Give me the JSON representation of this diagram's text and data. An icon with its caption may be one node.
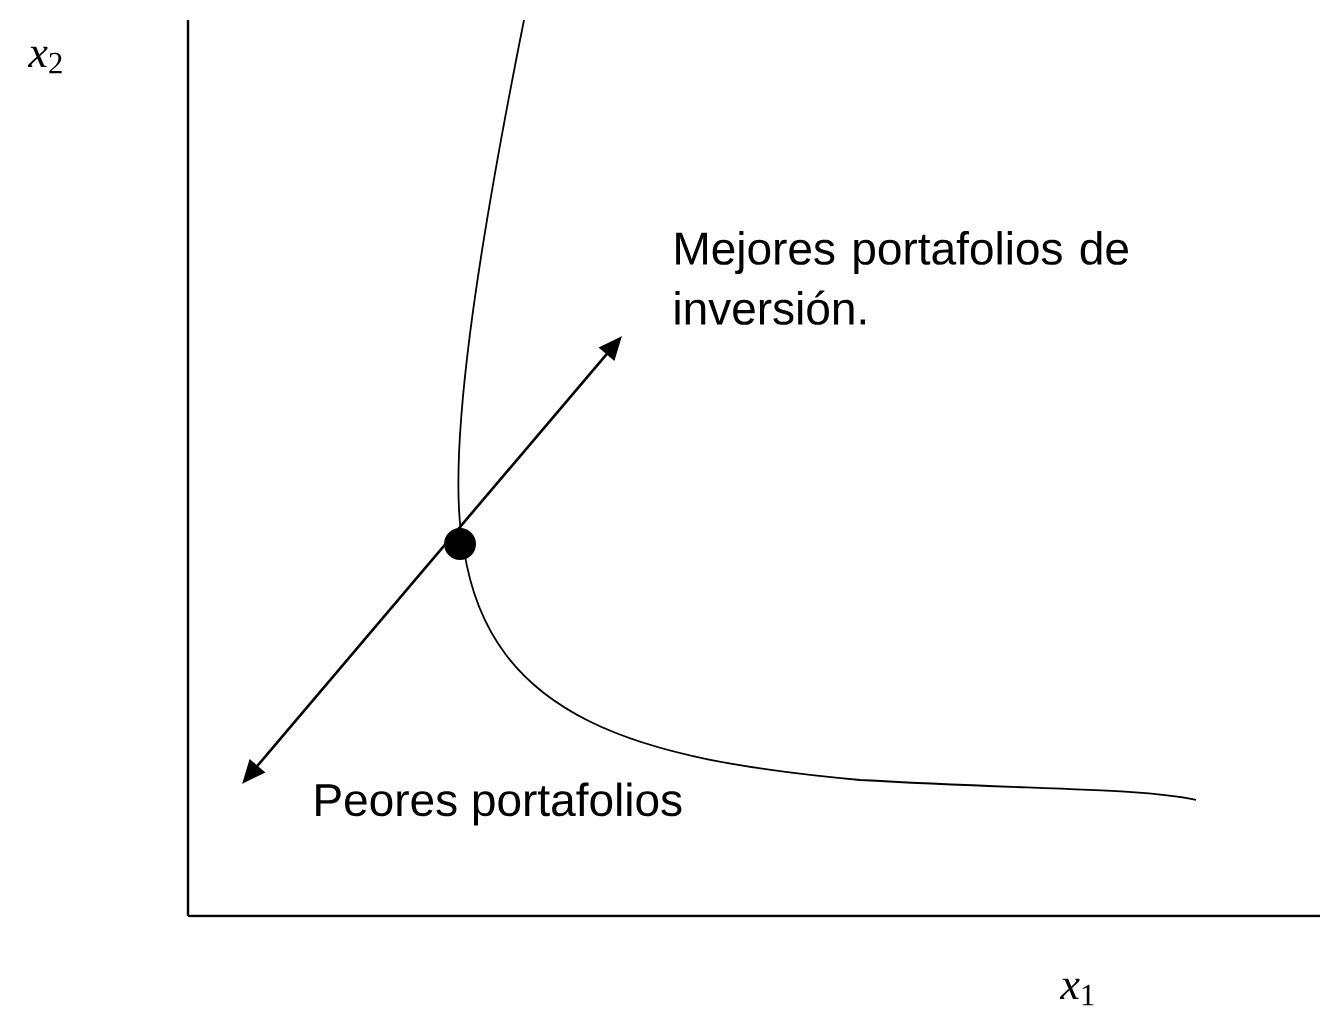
{
  "diagram": {
    "labels": [
      "*x*$_{2}$",
      "Mejores portafolios de inversión.",
      "Peores portafolios",
      "*x*$_{1}$"
    ]
  }
}
